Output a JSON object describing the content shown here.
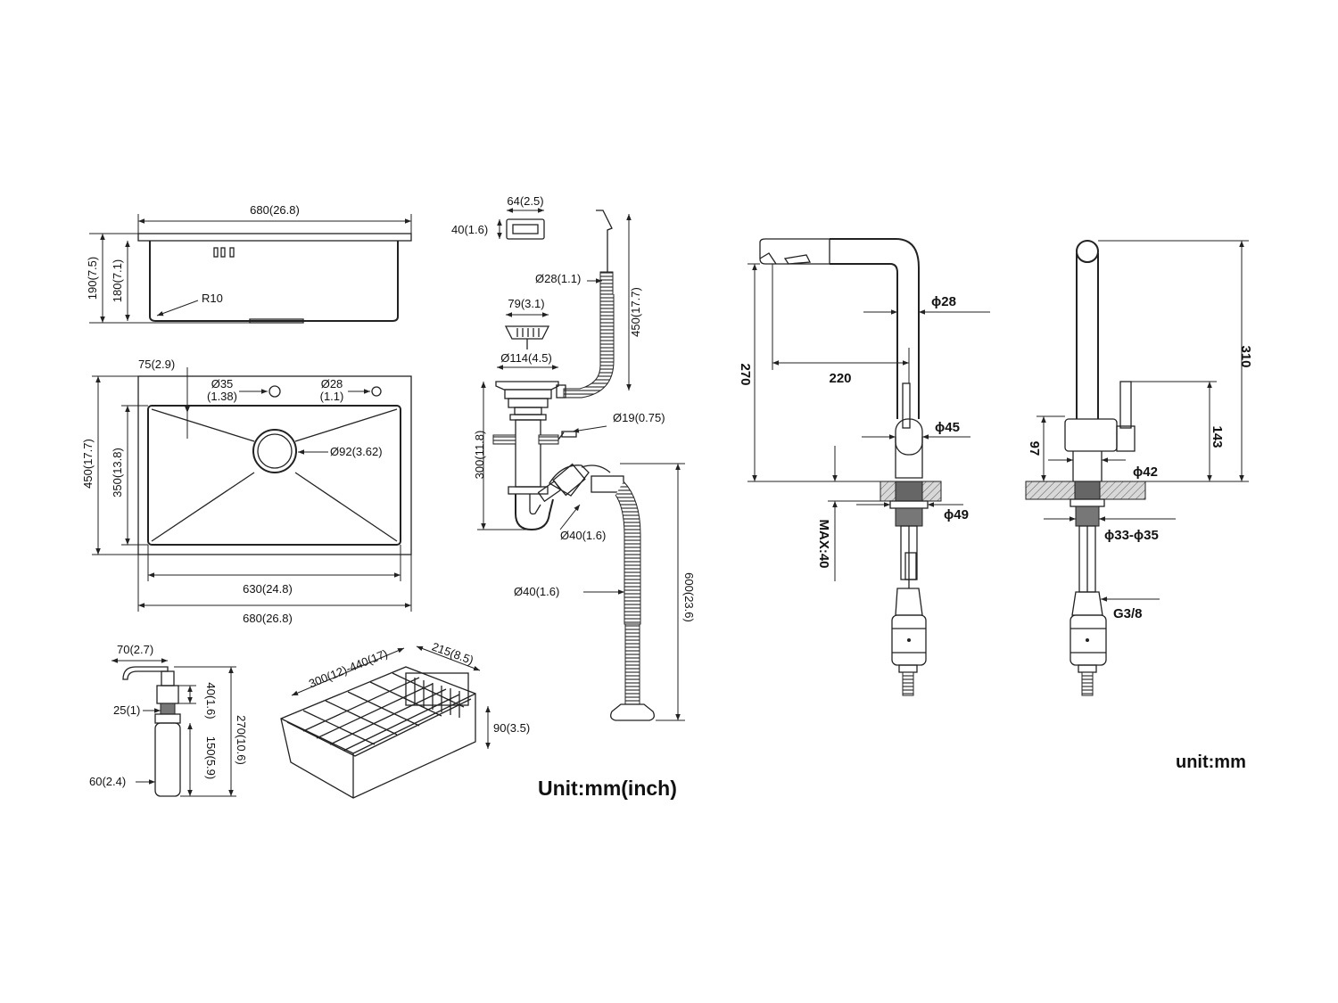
{
  "sink_side": {
    "width": "680(26.8)",
    "height_outer": "190(7.5)",
    "height_inner": "180(7.1)",
    "radius": "R10"
  },
  "sink_top": {
    "offset": "75(2.9)",
    "hole1_dia": "Ø35",
    "hole1_in": "(1.38)",
    "hole2_dia": "Ø28",
    "hole2_in": "(1.1)",
    "drain_dia": "Ø92(3.62)",
    "depth_outer": "450(17.7)",
    "depth_inner": "350(13.8)",
    "width_inner": "630(24.8)",
    "width_outer": "680(26.8)"
  },
  "overflow": {
    "width": "64(2.5)",
    "height": "40(1.6)"
  },
  "drain": {
    "hose_dia": "Ø28(1.1)",
    "hose_len": "450(17.7)",
    "strainer": "79(3.1)",
    "flange": "Ø114(4.5)",
    "inlet": "Ø19(0.75)",
    "trap_height": "300(11.8)",
    "pipe_dia1": "Ø40(1.6)",
    "pipe_dia2": "Ø40(1.6)",
    "pipe_len": "600(23.6)"
  },
  "soap": {
    "nozzle": "70(2.7)",
    "neck": "40(1.6)",
    "collar": "25(1)",
    "bottle": "150(5.9)",
    "total": "270(10.6)",
    "dia": "60(2.4)"
  },
  "basket": {
    "length": "300(12)-440(17)",
    "width": "215(8.5)",
    "height": "90(3.5)"
  },
  "unit_left": "Unit:mm(inch)",
  "faucet_a": {
    "pipe": "ϕ28",
    "height": "270",
    "reach": "220",
    "body": "ϕ45",
    "deck": "MAX:40",
    "base": "ϕ49"
  },
  "faucet_b": {
    "height": "310",
    "handle": "143",
    "lower": "97",
    "base": "ϕ42",
    "shank": "ϕ33-ϕ35",
    "thread": "G3/8"
  },
  "unit_right": "unit:mm"
}
